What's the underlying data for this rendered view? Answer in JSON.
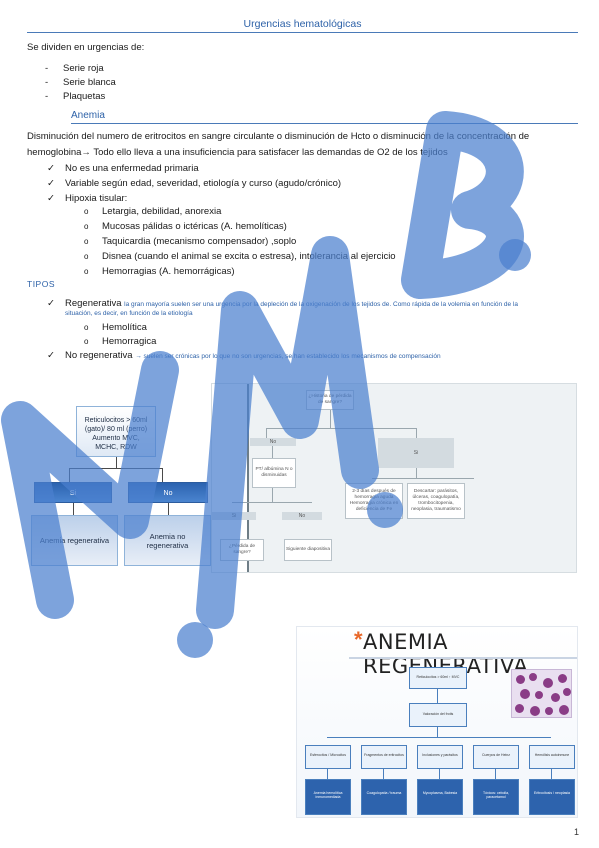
{
  "header": {
    "title": "Urgencias hematológicas"
  },
  "intro": "Se dividen en urgencias de:",
  "dash_items": [
    "Serie roja",
    "Serie blanca",
    "Plaquetas"
  ],
  "section": {
    "title": "Anemia"
  },
  "paragraph": {
    "line1": "Disminución del numero de eritrocitos en sangre circulante o disminución de Hcto o disminución de la concentración de",
    "line2": "hemoglobina→ Todo ello lleva a una insuficiencia para satisfacer las demandas de O2 de los tejidos"
  },
  "checks": [
    "No es una enfermedad primaria",
    "Variable según edad, severidad, etiología y curso (agudo/crónico)",
    "Hipoxia tisular:"
  ],
  "hipoxia_items": [
    "Letargia, debilidad, anorexia",
    "Mucosas pálidas o ictéricas (A. hemolíticas)",
    "Taquicardia (mecanismo compensador) ,soplo",
    "Disnea (cuando el animal se excita o estresa), intolerancia al ejercicio",
    "Hemorragias (A. hemorrágicas)"
  ],
  "tipos": {
    "label": "TIPOS",
    "regenerativa": {
      "label": "Regenerativa",
      "note_line1": "la gran mayoría suelen ser una urgencia por la depleción de la oxigenación de los tejidos de. Como rápida de la volemia en función de la",
      "note_line2": "situación, es decir, en función de la etiología",
      "subs": [
        "Hemolítica",
        "Hemorragica"
      ]
    },
    "no_regenerativa": {
      "label": "No regenerativa",
      "note": "→ suelen ser crónicas por lo que no son urgencias, se han establecido los mecanismos de compensación"
    }
  },
  "flow_left": {
    "top": "Reticulocitos > 60ml (gato)/ 80 ml (perro) Aumento MVC, MCHC, RDW",
    "yes": "Si",
    "no": "No",
    "result_yes": "Anemia regenerativa",
    "result_no": "Anemia no regenerativa"
  },
  "flow_right": {
    "top": "¿Historia de pérdida de sangre?",
    "no": "No",
    "si": "Si",
    "pt": "PT/ albúmina N o disminuidas",
    "si2": "Si",
    "no2": "No",
    "perdida": "¿Pérdida de sangre?",
    "siguiente": "Siguiente diapositiva",
    "hem": "2-3 días después de hemorragia aguda\nHemorragia crónica en deficiencia de Fe",
    "desc": "Descartar: parásitos, úlceras, coagulopatía, trombocitopenia, neoplasia, traumatismo"
  },
  "slide": {
    "title": "ANEMIA REGENERATIVA",
    "star": "*",
    "box1": "Reticulocitos > 60ml ↑ MVC",
    "box2": "Valoración del frotis",
    "row1": [
      "Esferocitos / Microcitos",
      "Fragmentos de eritrocitos",
      "Inclusiones y parásitos",
      "Cuerpos de Heinz",
      "Hemólisis autoinmune"
    ],
    "row2": [
      "Anemia hemolítica inmunomediada",
      "Coagulopatía / trauma",
      "Mycoplasma, Babesia",
      "Tóxicos: cebolla, paracetamol",
      "Eritrocitosis / neoplasia"
    ]
  },
  "page_number": "1"
}
